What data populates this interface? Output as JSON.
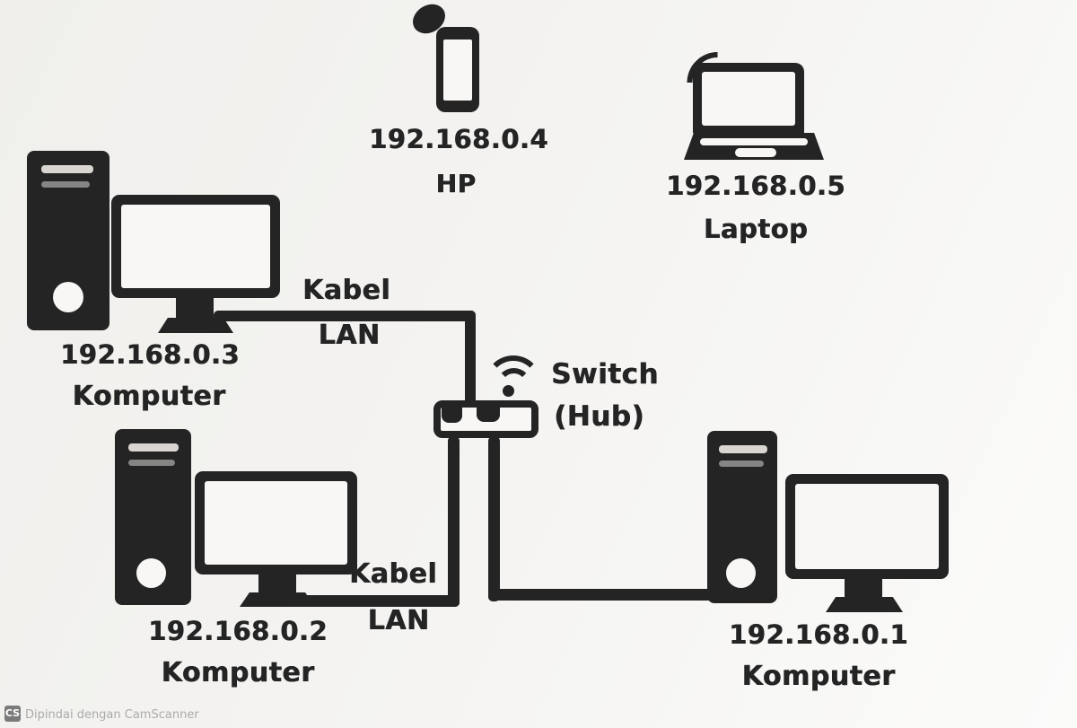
{
  "colors": {
    "ink": "#242424",
    "paper": "#f4f3f1",
    "screenfill": "#f8f7f5",
    "slot": "#d9d6d1",
    "wm-badge": "#7a7a7a",
    "wm-text": "#ababab"
  },
  "diagram": {
    "devices": {
      "komputer_top_left": {
        "ip": "192.168.0.3",
        "label": "Komputer"
      },
      "komputer_bottom_left": {
        "ip": "192.168.0.2",
        "label": "Komputer"
      },
      "komputer_bottom_right": {
        "ip": "192.168.0.1",
        "label": "Komputer"
      },
      "phone": {
        "ip": "192.168.0.4",
        "label": "HP"
      },
      "laptop": {
        "ip": "192.168.0.5",
        "label": "Laptop"
      }
    },
    "switch_hub": {
      "line1": "Switch",
      "line2": "(Hub)"
    },
    "cable_labels": {
      "top": {
        "line1": "Kabel",
        "line2": "LAN"
      },
      "bottom": {
        "line1": "Kabel",
        "line2": "LAN"
      }
    }
  },
  "watermark": {
    "badge": "CS",
    "text": "Dipindai dengan CamScanner"
  }
}
